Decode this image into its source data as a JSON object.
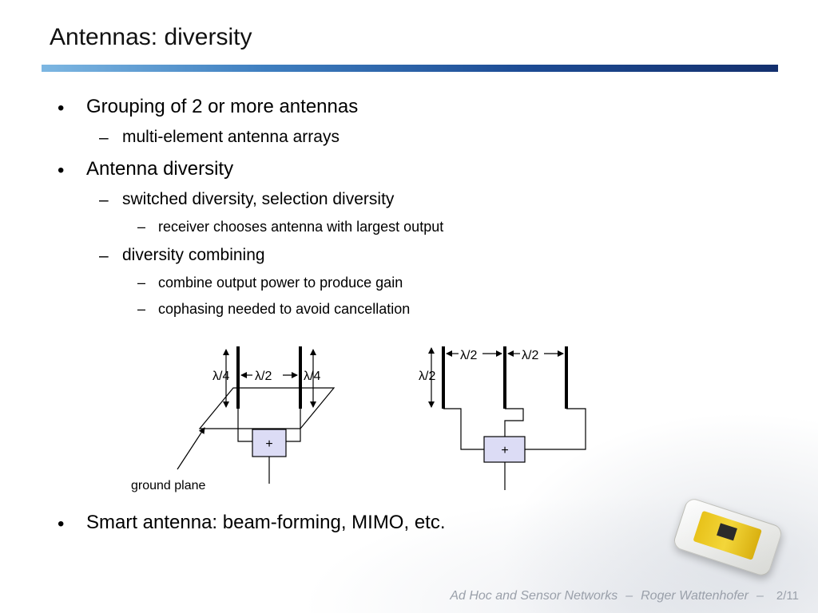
{
  "title": "Antennas: diversity",
  "bullets": {
    "grouping": "Grouping of 2 or more antennas",
    "arrays": "multi-element antenna arrays",
    "diversity": "Antenna diversity",
    "switched": "switched diversity, selection diversity",
    "chooses": "receiver chooses antenna with largest output",
    "combining": "diversity combining",
    "combine_power": "combine output power to produce gain",
    "cophasing": "cophasing needed to avoid cancellation",
    "smart": "Smart antenna: beam-forming, MIMO, etc."
  },
  "markers": {
    "level1": "•",
    "level2": "–",
    "level3": "–"
  },
  "diagram_left": {
    "label_left_height": "λ/4",
    "label_spacing": "λ/2",
    "label_right_height": "λ/4",
    "combiner": "+",
    "ground_plane_label": "ground plane"
  },
  "diagram_right": {
    "label_spacing_1": "λ/2",
    "label_spacing_2": "λ/2",
    "label_height": "λ/2",
    "combiner": "+"
  },
  "footer": {
    "course": "Ad Hoc and Sensor Networks",
    "sep1": "–",
    "author": "Roger Wattenhofer",
    "sep2": "–",
    "page": "2/11"
  },
  "colors": {
    "accent_bar_start": "#7db7e2",
    "accent_bar_end": "#14306e",
    "combiner_fill": "#dcdcf5",
    "footer_text": "#9aa0aa"
  }
}
